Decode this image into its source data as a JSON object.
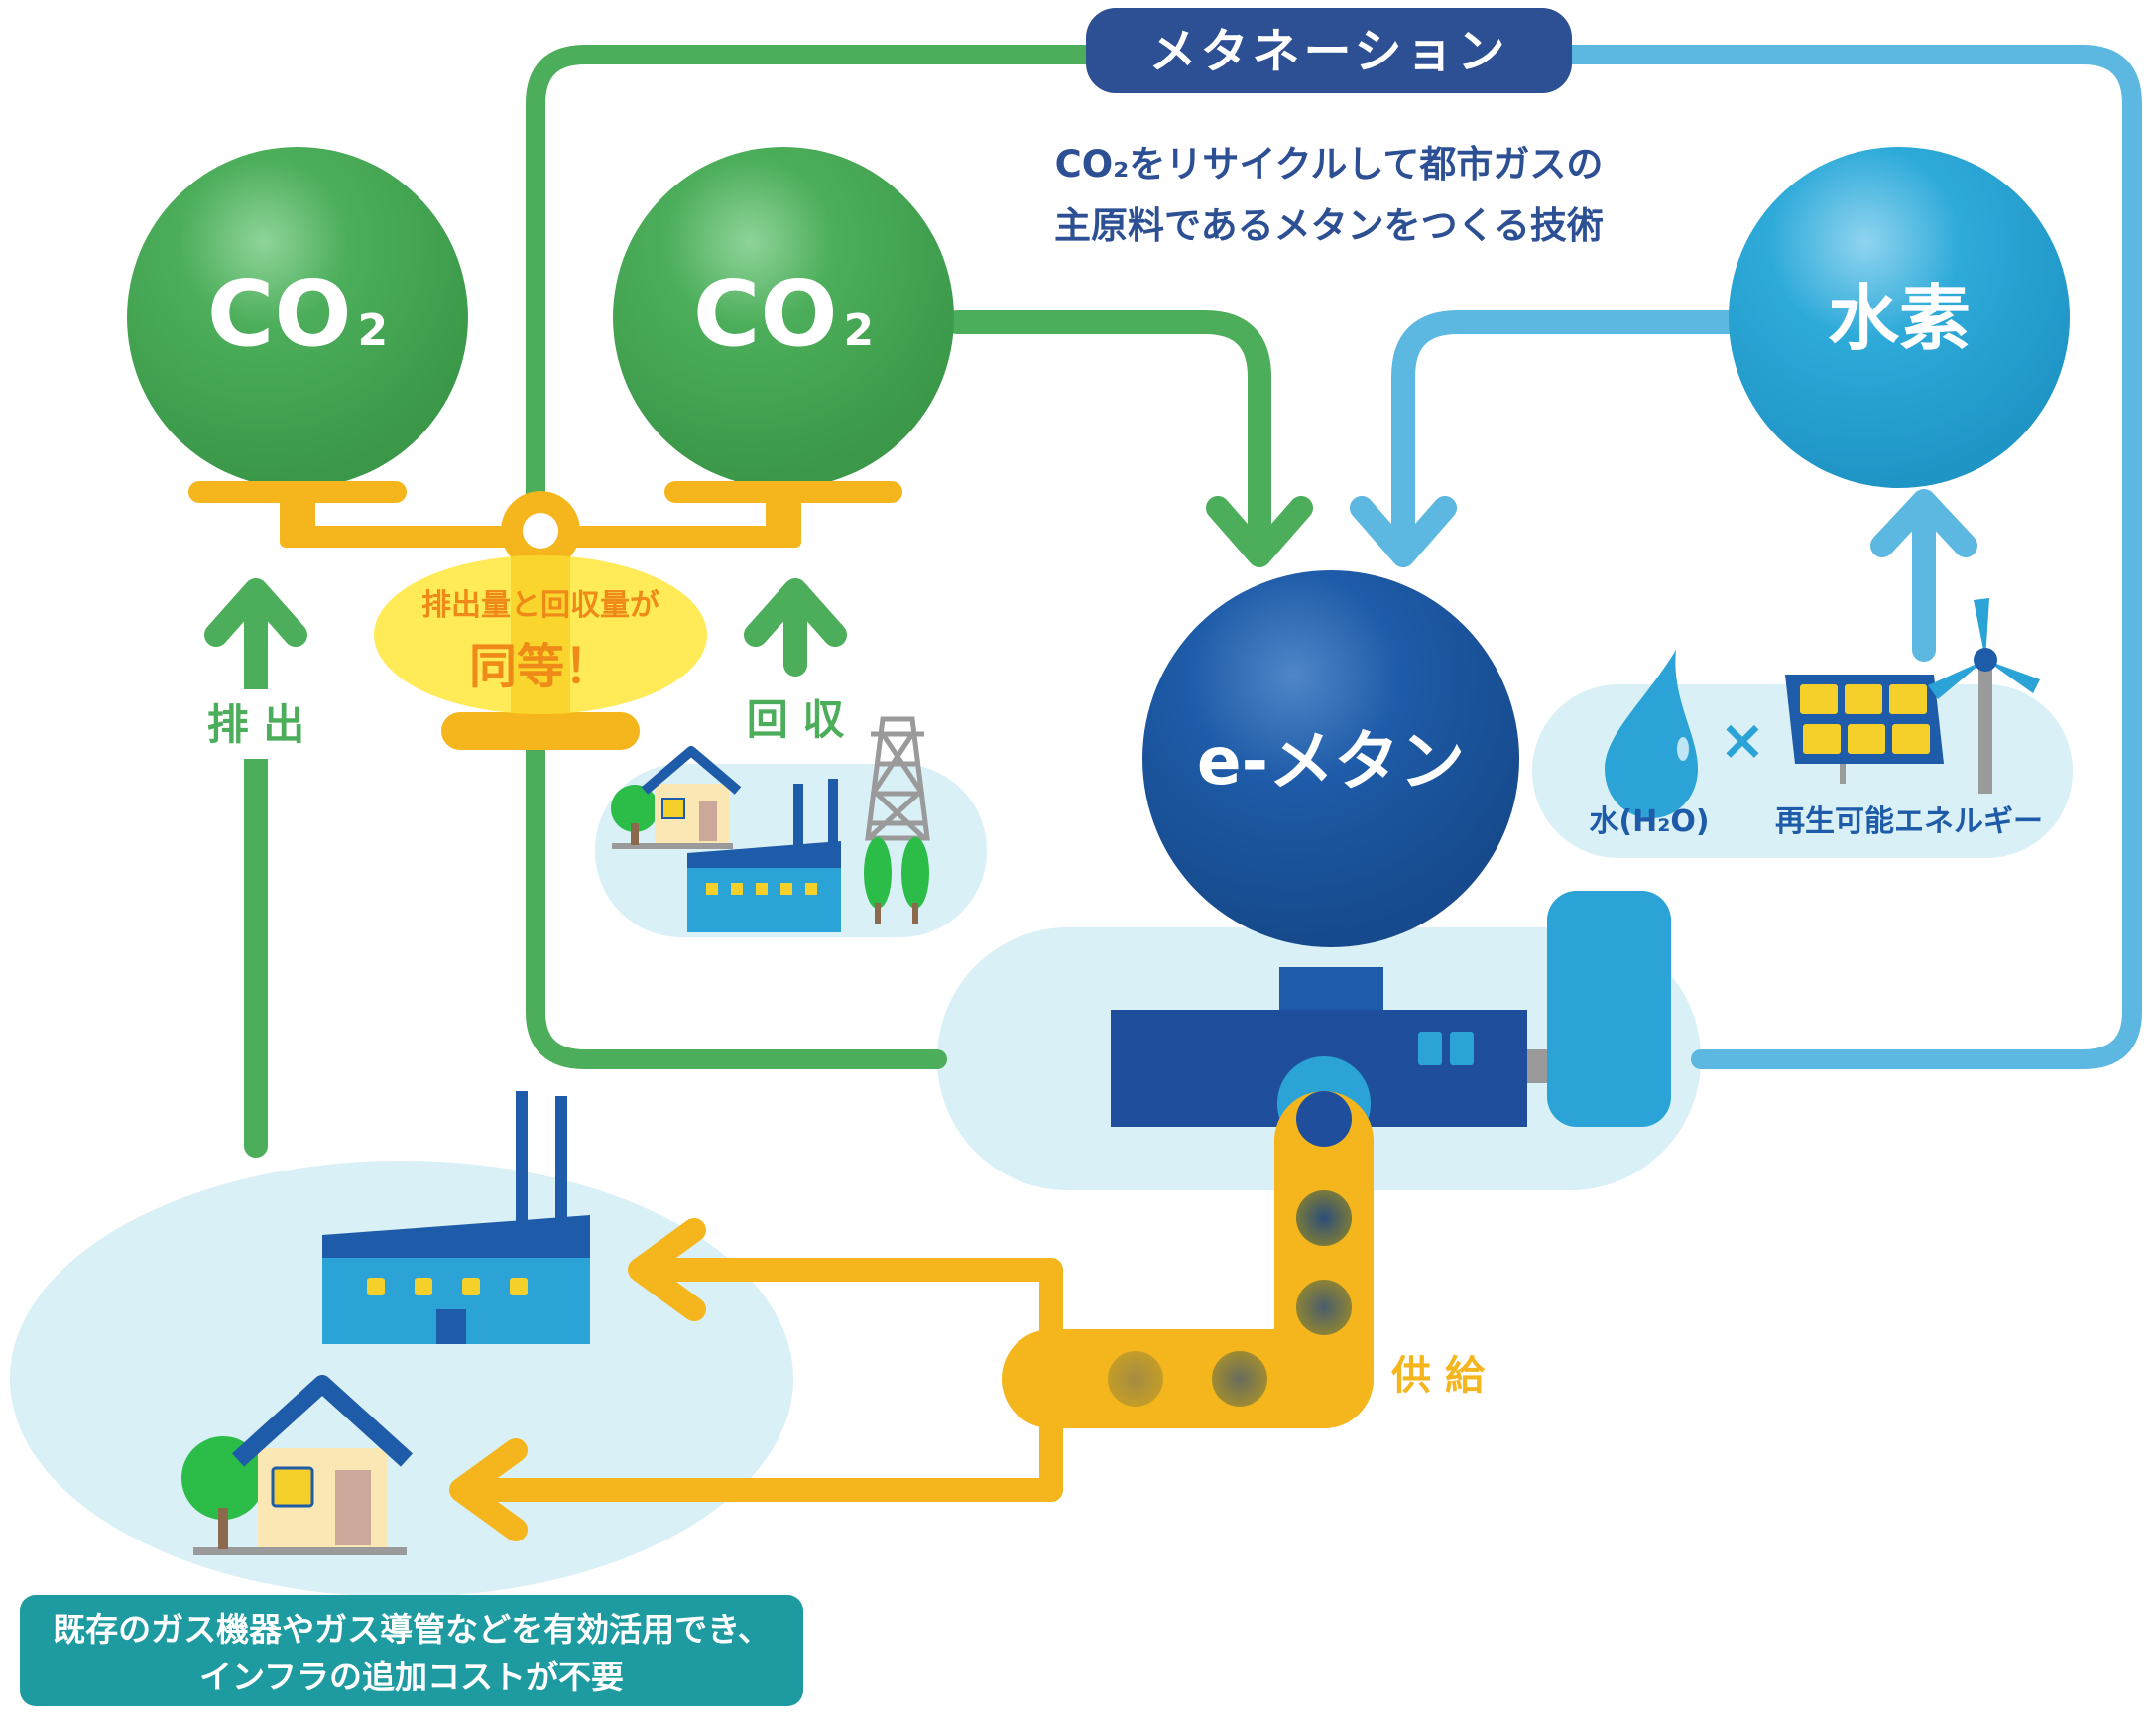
{
  "header": {
    "title": "メタネーション",
    "description_line1": "CO₂をリサイクルして都市ガスの",
    "description_line2": "主原料であるメタンをつくる技術"
  },
  "spheres": {
    "co2_emitted": {
      "main": "CO",
      "sub": "2"
    },
    "co2_captured": {
      "main": "CO",
      "sub": "2"
    },
    "hydrogen": "水素",
    "emethane": "e-メタン"
  },
  "labels": {
    "emission": "排 出",
    "capture": "回 収",
    "supply": "供 給",
    "balance_line1": "排出量と回収量が",
    "balance_line2": "同等！",
    "water": "水(H₂O)",
    "renewable": "再生可能エネルギー",
    "times": "×"
  },
  "footer": {
    "line1": "既存のガス機器やガス導管などを有効活用でき、",
    "line2": "インフラの追加コストが不要"
  },
  "colors": {
    "green": "#4cae5a",
    "green_sphere": "#3f9f4c",
    "blue_dark": "#1e4e9c",
    "blue_sphere": "#1a5aa6",
    "light_blue": "#5cb8e0",
    "sky_sphere": "#2aa4d6",
    "orange": "#f5b51c",
    "yellow_bubble": "#ffe84a",
    "pale_blue_bg": "#d8f0f6",
    "teal_box": "#1e9ba0",
    "navy_badge": "#2d4f93"
  }
}
